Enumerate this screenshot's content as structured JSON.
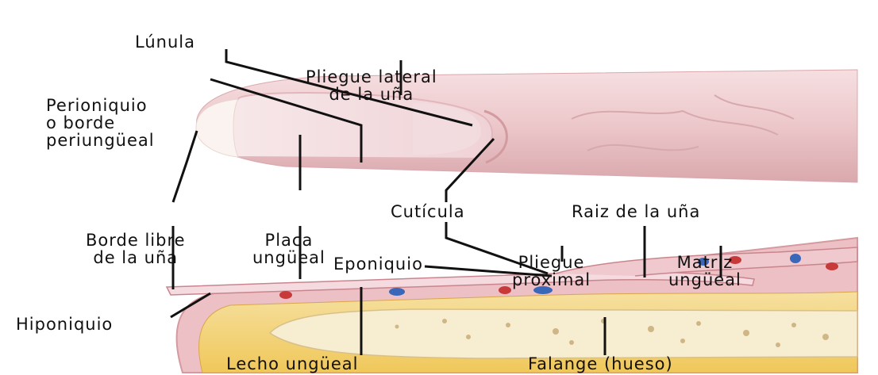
{
  "labels": {
    "lunula": "Lúnula",
    "pliegue_lateral_1": "Pliegue lateral",
    "pliegue_lateral_2": "de la uña",
    "perioniquio_1": "Perioniquio",
    "perioniquio_2": "o borde",
    "perioniquio_3": "periungüeal",
    "borde_libre_1": "Borde libre",
    "borde_libre_2": "de la uña",
    "placa_1": "Placa",
    "placa_2": "ungüeal",
    "cuticula": "Cutícula",
    "raiz": "Raiz de la uña",
    "pliegue_proximal_1": "Pliegue",
    "pliegue_proximal_2": "proximal",
    "matriz_1": "Matriz",
    "matriz_2": "ungüeal",
    "eponiquio": "Eponiquio",
    "hiponiquio": "Hiponiquio",
    "lecho": "Lecho ungüeal",
    "falange": "Falange (hueso)"
  },
  "colors": {
    "skin": "#ebc6c9",
    "nail": "#f2d8dc",
    "bone": "#f3d27a",
    "vessel_red": "#c83a3a",
    "vessel_blue": "#3a67b8",
    "leader_line": "#111111"
  }
}
